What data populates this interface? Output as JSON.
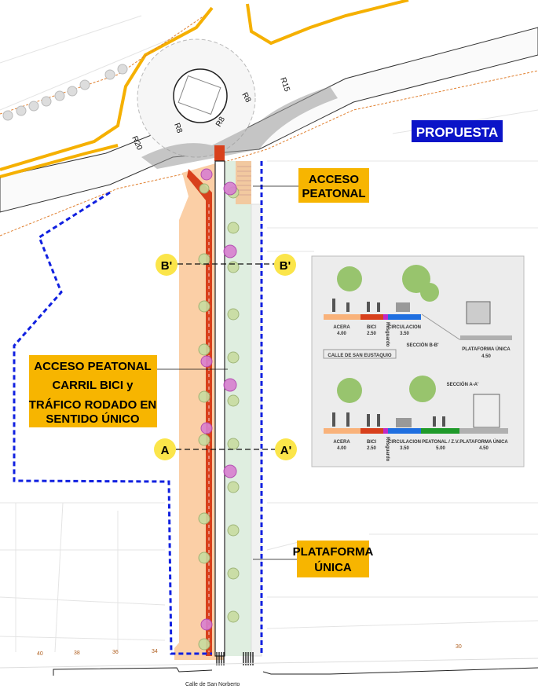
{
  "title_badge": "PROPUESTA",
  "callouts": {
    "acceso_peatonal": [
      "ACCESO",
      "PEATONAL"
    ],
    "main_note": [
      "ACCESO PEATONAL",
      "CARRIL BICI  y",
      "TRÁFICO RODADO EN",
      "SENTIDO ÚNICO"
    ],
    "plataforma": [
      "PLATAFORMA",
      "ÚNICA"
    ]
  },
  "section_markers": {
    "b_left": "B'",
    "b_right": "B'",
    "a_left": "A",
    "a_right": "A'"
  },
  "roundabout_radii": [
    "R8",
    "R8",
    "R8",
    "R15",
    "R20"
  ],
  "street_numbers": [
    "40",
    "38",
    "36",
    "34",
    "30"
  ],
  "street_name": "Calle de San Norberto",
  "sections": {
    "street_label": "CALLE DE SAN EUSTAQUIO",
    "bb": {
      "title": "SECCIÓN B-B'",
      "bands": [
        {
          "name": "ACERA",
          "width": "4.00",
          "color": "#f9b27a"
        },
        {
          "name": "BICI",
          "width": "2.50",
          "color": "#d8401c"
        },
        {
          "name": "Resguardo",
          "width": "",
          "color": "#c028c8"
        },
        {
          "name": "CIRCULACION",
          "width": "3.50",
          "color": "#1f6fe0"
        },
        {
          "name": "PLATAFORMA ÚNICA",
          "width": "4.50",
          "color": "#b0b0b0"
        }
      ]
    },
    "aa": {
      "title": "SECCIÓN A-A'",
      "bands": [
        {
          "name": "ACERA",
          "width": "4.00",
          "color": "#f9b27a"
        },
        {
          "name": "BICI",
          "width": "2.50",
          "color": "#d8401c"
        },
        {
          "name": "Resguardo",
          "width": "",
          "color": "#c028c8"
        },
        {
          "name": "CIRCULACION",
          "width": "3.50",
          "color": "#1f6fe0"
        },
        {
          "name": "PEATONAL / Z.V.",
          "width": "5.00",
          "color": "#1f9a2a"
        },
        {
          "name": "PLATAFORMA ÚNICA",
          "width": "4.50",
          "color": "#b0b0b0"
        }
      ]
    }
  },
  "colors": {
    "badge": "#0b14c8",
    "callout": "#f7b500",
    "boundary": "#1020e0",
    "sidewalk": "#fbcfa6",
    "bike": "#d8401c"
  }
}
